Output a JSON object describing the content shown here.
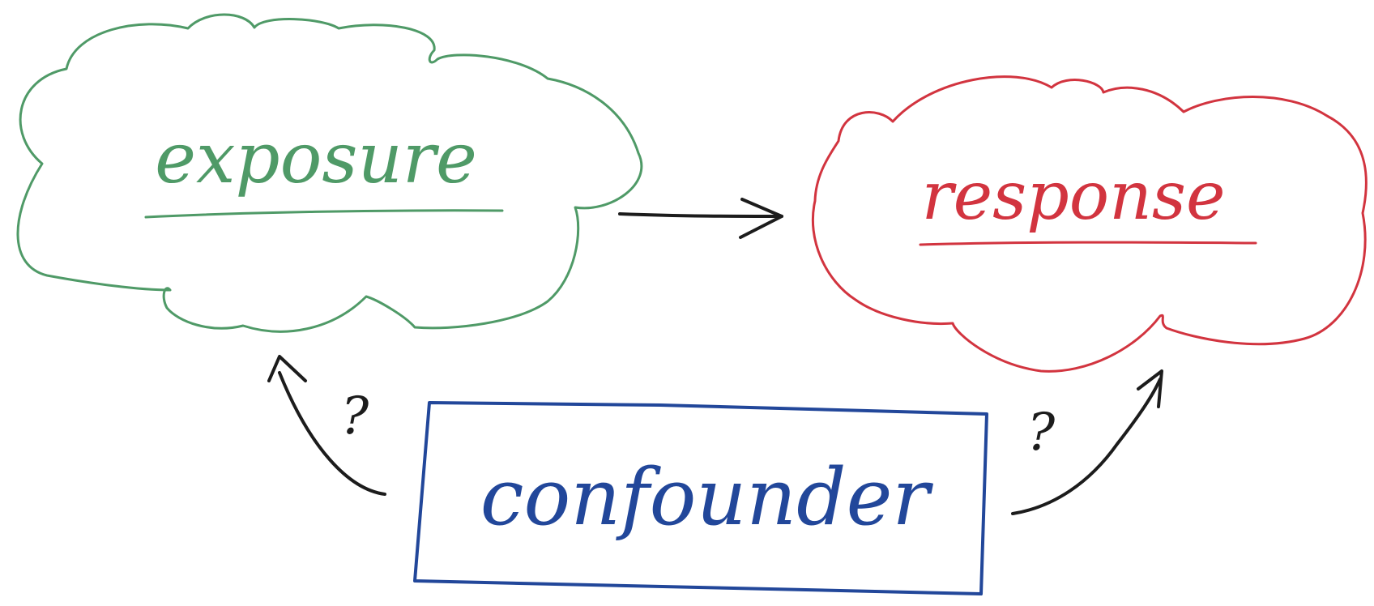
{
  "nodes": {
    "exposure": {
      "label": "exposure",
      "color": "#4f9a67"
    },
    "response": {
      "label": "response",
      "color": "#d2343f"
    },
    "confounder": {
      "label": "confounder",
      "color": "#22479a"
    }
  },
  "edges": {
    "exposure_to_response": {
      "color": "#1c1c1c"
    },
    "confounder_to_exposure": {
      "label": "?",
      "color": "#1c1c1c"
    },
    "confounder_to_response": {
      "label": "?",
      "color": "#1c1c1c"
    }
  }
}
